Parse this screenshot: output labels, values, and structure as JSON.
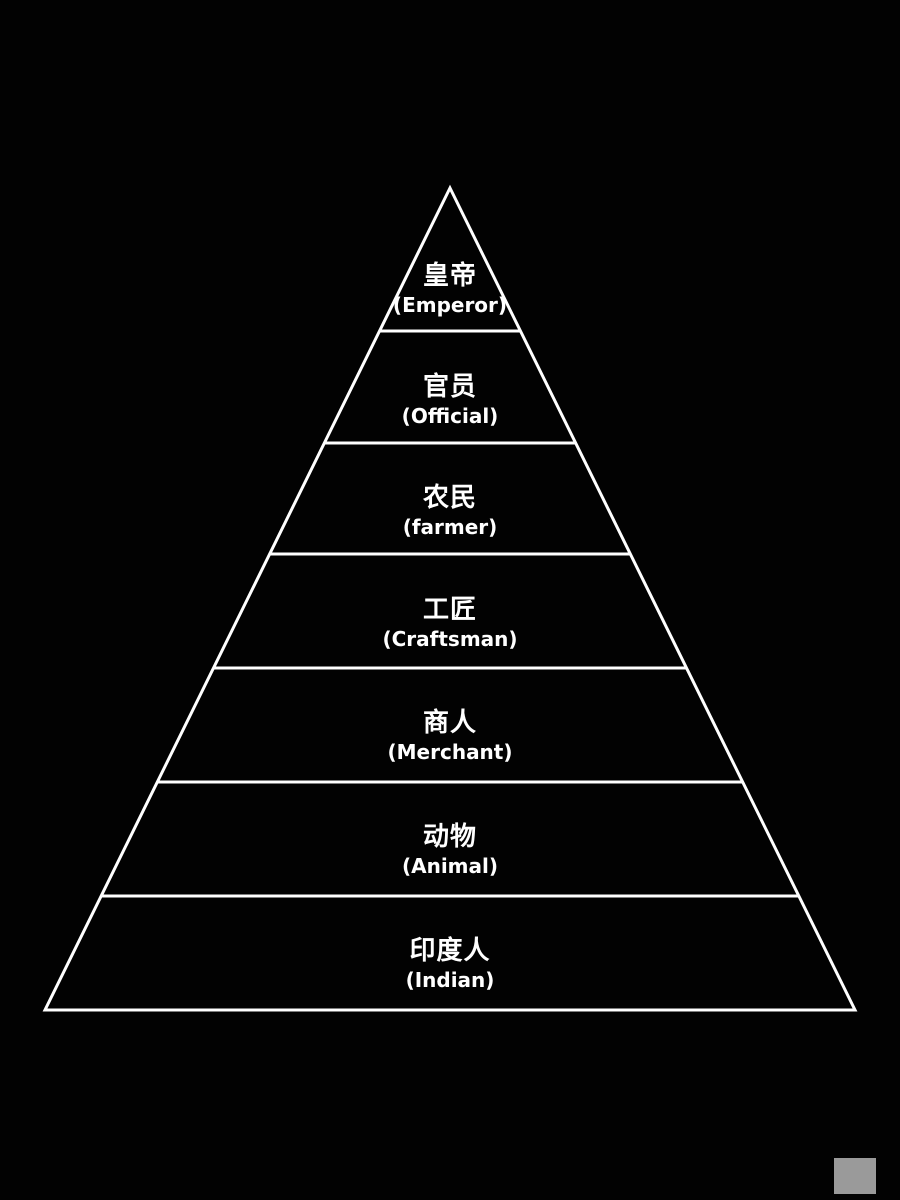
{
  "colors": {
    "background": "#020202",
    "line": "#ffffff",
    "text": "#ffffff",
    "corner_square": "#9a9a9a"
  },
  "tiers": [
    {
      "zh": "皇帝",
      "en": "(Emperor)"
    },
    {
      "zh": "官员",
      "en": "(Official)"
    },
    {
      "zh": "农民",
      "en": "(farmer)"
    },
    {
      "zh": "工匠",
      "en": "(Craftsman)"
    },
    {
      "zh": "商人",
      "en": "(Merchant)"
    },
    {
      "zh": "动物",
      "en": "(Animal)"
    },
    {
      "zh": "印度人",
      "en": "(Indian)"
    }
  ]
}
